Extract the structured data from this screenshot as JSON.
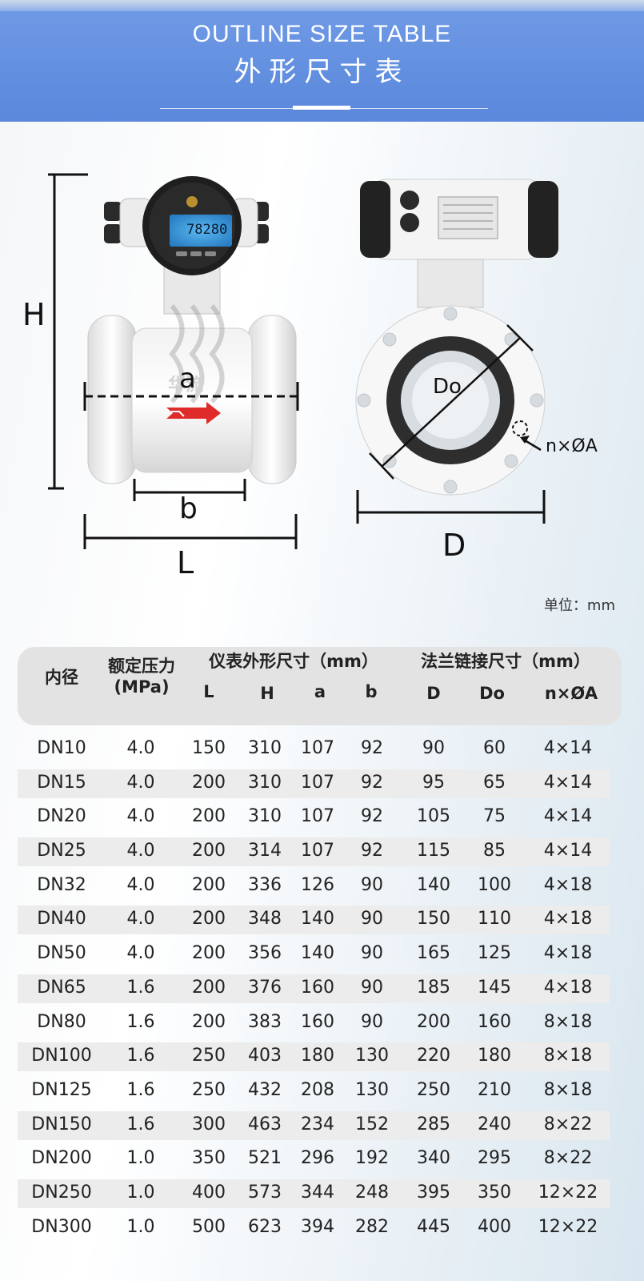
{
  "banner": {
    "title_en": "OUTLINE SIZE TABLE",
    "title_cn": "外形尺寸表"
  },
  "diagram": {
    "labels": {
      "H": "H",
      "a": "a",
      "b": "b",
      "L": "L",
      "D": "D",
      "Do": "Do",
      "nxA": "n×ØA"
    },
    "display_reading": "78280",
    "watermark": "华流"
  },
  "unit": "单位：mm",
  "table": {
    "header": {
      "bore": "内径",
      "pressure": "额定压力",
      "pressure_unit": "(MPa)",
      "meter_group": "仪表外形尺寸（mm）",
      "flange_group": "法兰链接尺寸（mm）",
      "cols": [
        "L",
        "H",
        "a",
        "b",
        "D",
        "Do",
        "n×ØA"
      ]
    },
    "rows": [
      [
        "DN10",
        "4.0",
        "150",
        "310",
        "107",
        "92",
        "90",
        "60",
        "4×14"
      ],
      [
        "DN15",
        "4.0",
        "200",
        "310",
        "107",
        "92",
        "95",
        "65",
        "4×14"
      ],
      [
        "DN20",
        "4.0",
        "200",
        "310",
        "107",
        "92",
        "105",
        "75",
        "4×14"
      ],
      [
        "DN25",
        "4.0",
        "200",
        "314",
        "107",
        "92",
        "115",
        "85",
        "4×14"
      ],
      [
        "DN32",
        "4.0",
        "200",
        "336",
        "126",
        "90",
        "140",
        "100",
        "4×18"
      ],
      [
        "DN40",
        "4.0",
        "200",
        "348",
        "140",
        "90",
        "150",
        "110",
        "4×18"
      ],
      [
        "DN50",
        "4.0",
        "200",
        "356",
        "140",
        "90",
        "165",
        "125",
        "4×18"
      ],
      [
        "DN65",
        "1.6",
        "200",
        "376",
        "160",
        "90",
        "185",
        "145",
        "4×18"
      ],
      [
        "DN80",
        "1.6",
        "200",
        "383",
        "160",
        "90",
        "200",
        "160",
        "8×18"
      ],
      [
        "DN100",
        "1.6",
        "250",
        "403",
        "180",
        "130",
        "220",
        "180",
        "8×18"
      ],
      [
        "DN125",
        "1.6",
        "250",
        "432",
        "208",
        "130",
        "250",
        "210",
        "8×18"
      ],
      [
        "DN150",
        "1.6",
        "300",
        "463",
        "234",
        "152",
        "285",
        "240",
        "8×22"
      ],
      [
        "DN200",
        "1.0",
        "350",
        "521",
        "296",
        "192",
        "340",
        "295",
        "8×22"
      ],
      [
        "DN250",
        "1.0",
        "400",
        "573",
        "344",
        "248",
        "395",
        "350",
        "12×22"
      ],
      [
        "DN300",
        "1.0",
        "500",
        "623",
        "394",
        "282",
        "445",
        "400",
        "12×22"
      ]
    ]
  }
}
